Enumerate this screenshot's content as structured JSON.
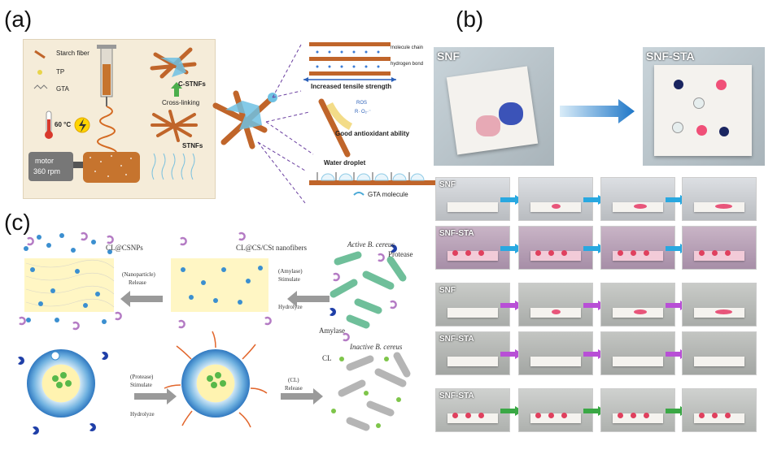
{
  "panels": {
    "a": "(a)",
    "b": "(b)",
    "c": "(c)"
  },
  "panel_a": {
    "legend": [
      "Starch fiber",
      "TP",
      "GTA"
    ],
    "temperature": "60 °C",
    "motor": [
      "motor",
      "360 rpm"
    ],
    "c_stnfs": "C-STNFs",
    "cross_linking": "Cross-linking",
    "stnfs": "STNFs",
    "molecule_chain": "molecule chain",
    "hydrogen_bond": "hydrogen bond",
    "tensile": "Increased tensile strength",
    "ros": "ROS",
    "radicals": "R· O₂·⁻",
    "antioxidant": "Good antioxidant ability",
    "water_droplet": "Water droplet",
    "gta_molecule": "GTA molecule"
  },
  "panel_b": {
    "top_left": "SNF",
    "top_right": "SNF-STA",
    "rows": [
      {
        "label": "SNF",
        "arrow": "#29a8e0"
      },
      {
        "label": "SNF-STA",
        "arrow": "#29a8e0"
      },
      {
        "label": "SNF",
        "arrow": "#b84fd6"
      },
      {
        "label": "SNF-STA",
        "arrow": "#b84fd6"
      },
      {
        "label": "SNF-STA",
        "arrow": "#3aa845"
      }
    ]
  },
  "panel_c": {
    "cl_csnps": "CL@CSNPs",
    "nanofibers": "CL@CS/CSt nanofibers",
    "active": "Active B. cereus",
    "protease": "Protease",
    "nano_release": [
      "(Nanoparticle)",
      "Release"
    ],
    "amylase_step": [
      "(Amylase)",
      "Stimulate",
      "Hydrolyze"
    ],
    "amylase": "Amylase",
    "cl": "CL",
    "inactive": "Inactive B. cereus",
    "protease_step": [
      "(Protease)",
      "Stimulate",
      "Hydrolyze"
    ],
    "cl_release": [
      "(CL)",
      "Release"
    ]
  }
}
